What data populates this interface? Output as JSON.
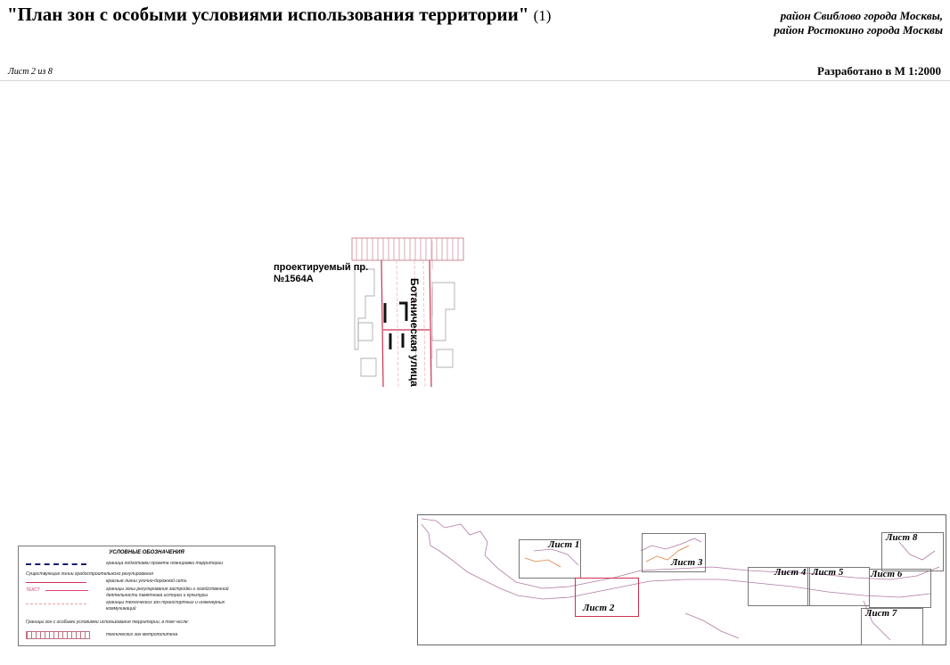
{
  "header": {
    "title": "\"План зон с особыми условиями использования территории\"",
    "title_number": "(1)",
    "district_line1": "район Свиблово города Москвы,",
    "district_line2": "район Ростокино города Москвы",
    "sheet_label": "Лист 2 из 8",
    "scale_label": "Разработано в М 1:2000"
  },
  "map": {
    "projected_passage_line1": "проектируемый пр.",
    "projected_passage_line2": "№1564А",
    "street_name": "Ботаническая улица"
  },
  "legend": {
    "title": "УСЛОВНЫЕ ОБОЗНАЧЕНИЯ",
    "item_boundary": "граница подготовки проекта планировки территории",
    "group_existing": "Существующие линии градостроительного регулирования",
    "item_red_lines": "красные линии улично-дорожной сети",
    "item_heritage_mark": "ТЕКСТ",
    "item_heritage_line1": "границы зоны регулирования застройки и хозяйственной",
    "item_heritage_line2": "деятельности памятника истории и культуры",
    "item_tech_line1": "границы технических зон транспортных и инженерных",
    "item_tech_line2": "коммуникаций",
    "group_zones": "Границы зон с особыми условиями использования территории, в том числе:",
    "item_metro": "технических зон метрополитена"
  },
  "key_map": {
    "sheets": [
      "Лист 1",
      "Лист 2",
      "Лист 3",
      "Лист 4",
      "Лист 5",
      "Лист 6",
      "Лист 7",
      "Лист 8"
    ]
  },
  "colors": {
    "boundary": "#1a1a6e",
    "red_lines": "#cc3355",
    "heritage": "#e0407a",
    "tech": "#e8a0a8",
    "metro": "#c07080",
    "buildings": "#999999"
  }
}
